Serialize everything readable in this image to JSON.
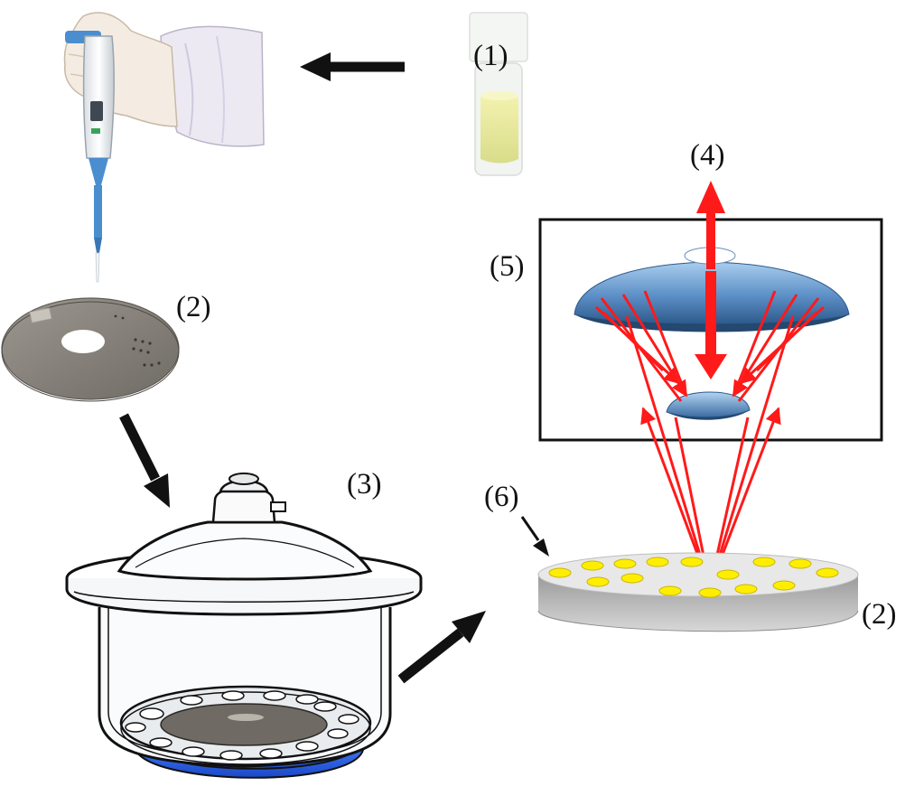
{
  "labels": {
    "vial": "(1)",
    "wafer_top": "(2)",
    "desiccator": "(3)",
    "laser": "(4)",
    "optics_box": "(5)",
    "sample_spot": "(6)",
    "wafer_right": "(2)"
  },
  "colors": {
    "arrow_black": "#111111",
    "laser_red": "#ff1a1a",
    "mirror_blue": "#5a8fc4",
    "wafer_grey": "#8e8a84",
    "spot_yellow": "#ffee00",
    "drying_agent": "#2b63e8"
  }
}
